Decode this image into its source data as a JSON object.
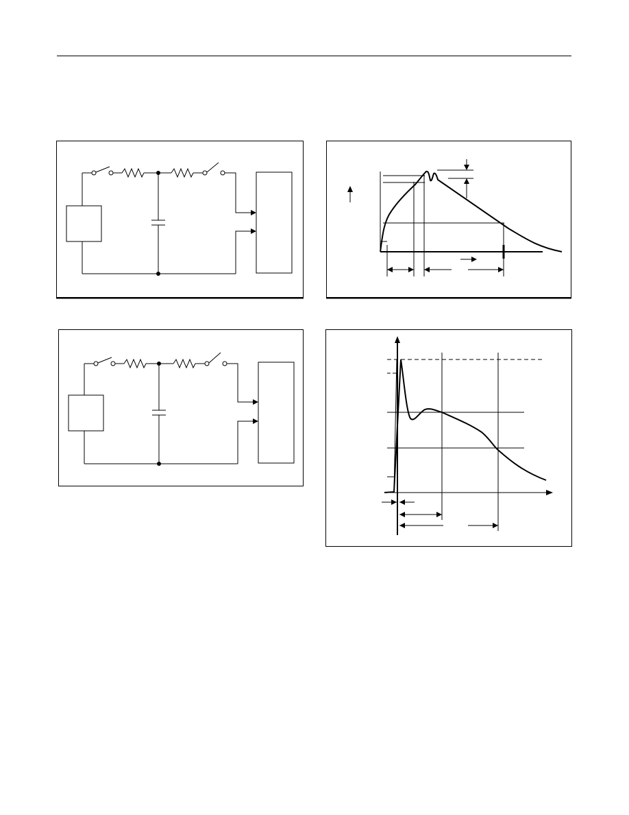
{
  "page": {
    "header_rule": true
  },
  "figures": [
    {
      "id": "circuit-1",
      "kind": "test-circuit",
      "components": [
        "switch",
        "resistor",
        "capacitor",
        "resistor",
        "switch",
        "source-box",
        "device-box"
      ]
    },
    {
      "id": "waveform-1",
      "kind": "pulse-waveform",
      "features": [
        "rise",
        "ringing",
        "linear-decay",
        "dimension-arrows"
      ]
    },
    {
      "id": "circuit-2",
      "kind": "test-circuit",
      "components": [
        "switch",
        "resistor",
        "capacitor",
        "resistor",
        "switch",
        "source-box",
        "device-box"
      ]
    },
    {
      "id": "waveform-2",
      "kind": "pulse-waveform",
      "features": [
        "sharp-spike",
        "undershoot",
        "hump",
        "decay",
        "dimension-arrows"
      ]
    }
  ],
  "style": {
    "line_color": "#000000",
    "background": "#ffffff"
  }
}
